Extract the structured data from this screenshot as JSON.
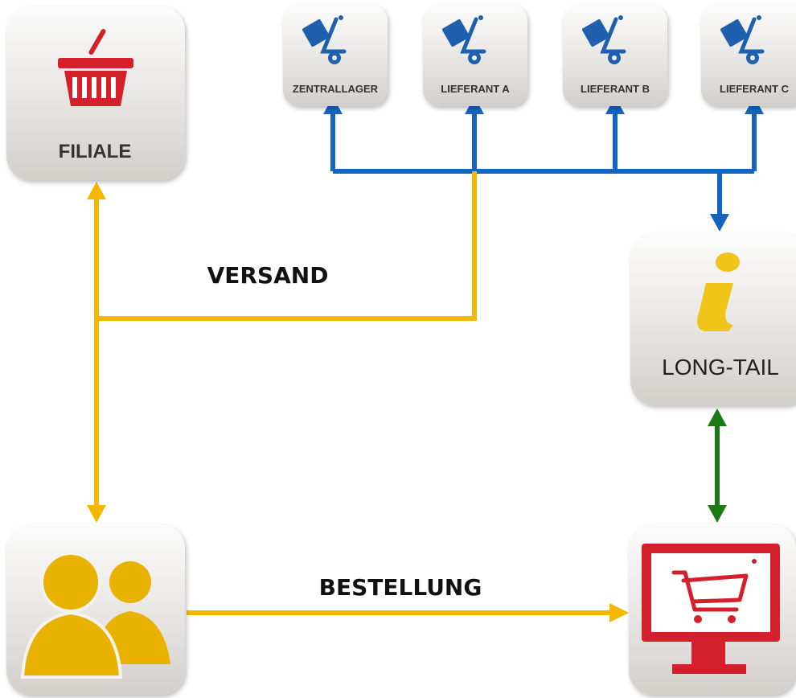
{
  "colors": {
    "shipping_flow": "#f5b800",
    "supply_flow": "#1565c0",
    "info_flow": "#1a7a14",
    "basket_red": "#d3202a",
    "hand_truck_blue": "#1e5fae",
    "info_yellow": "#f0c419",
    "customer_yellow": "#e9b100"
  },
  "nodes": {
    "filiale": {
      "label": "FILIALE",
      "icon": "shopping-basket-icon"
    },
    "zentrallager": {
      "label": "ZENTRALLAGER",
      "icon": "hand-truck-icon"
    },
    "lieferant_a": {
      "label": "LIEFERANT A",
      "icon": "hand-truck-icon"
    },
    "lieferant_b": {
      "label": "LIEFERANT B",
      "icon": "hand-truck-icon"
    },
    "lieferant_c": {
      "label": "LIEFERANT C",
      "icon": "hand-truck-icon"
    },
    "long_tail": {
      "label": "LONG-TAIL",
      "icon": "info-icon"
    },
    "kunden": {
      "label": "",
      "icon": "customers-icon"
    },
    "onlineshop": {
      "label": "",
      "icon": "monitor-cart-icon"
    }
  },
  "flows": {
    "versand": "VERSAND",
    "bestellung": "BESTELLUNG"
  }
}
